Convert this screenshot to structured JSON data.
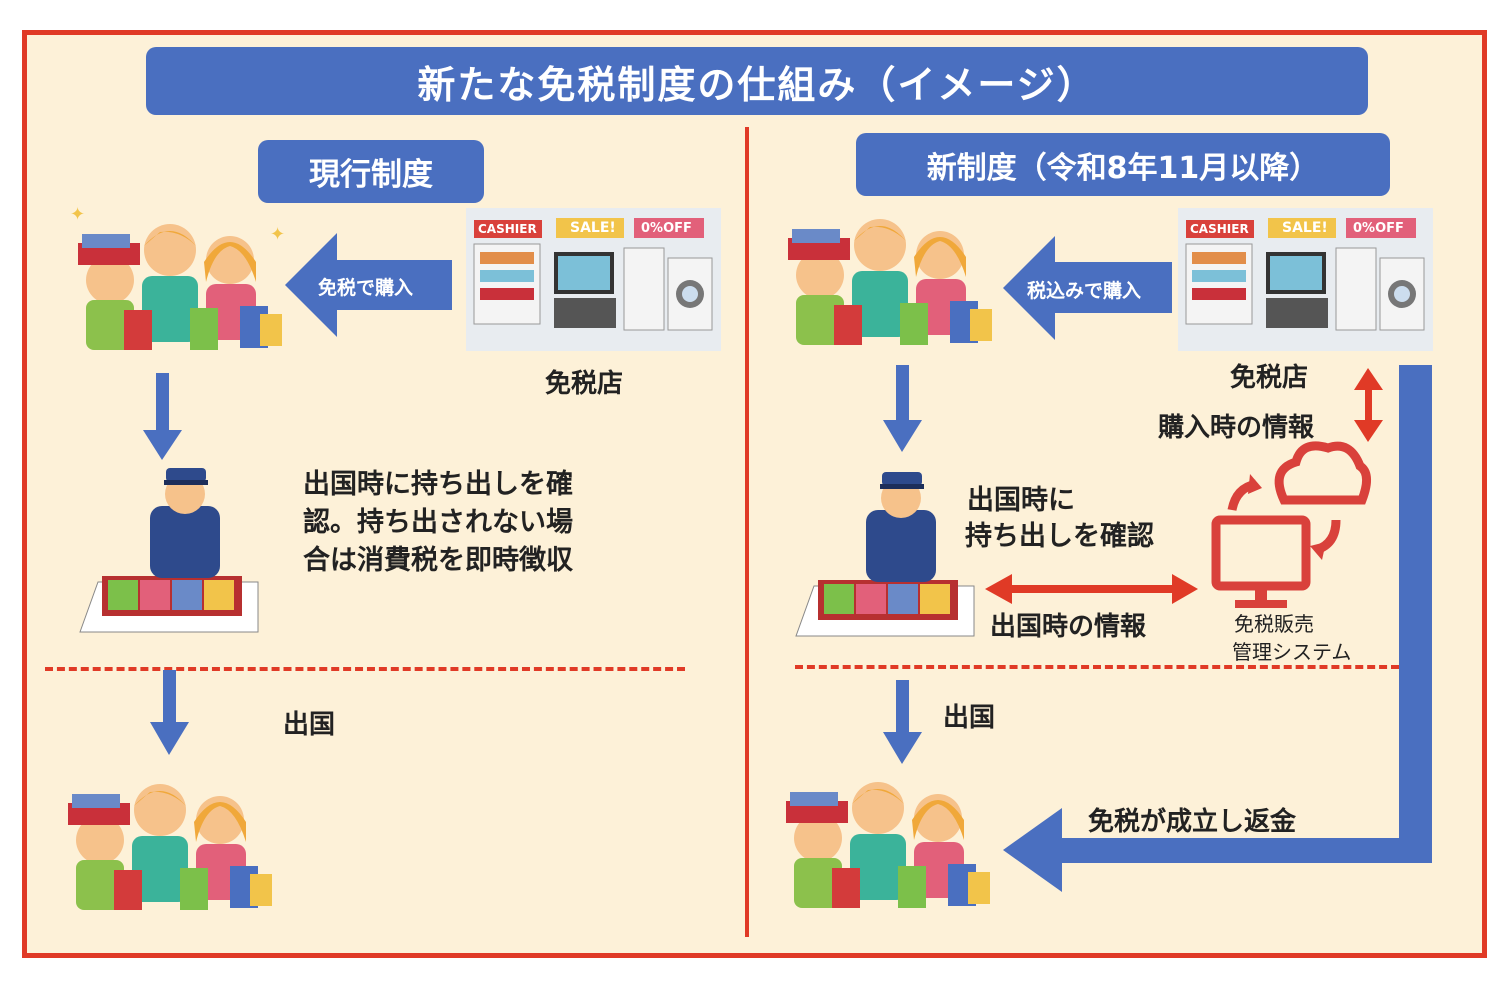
{
  "title": "新たな免税制度の仕組み（イメージ）",
  "colors": {
    "blue": "#4a6fc0",
    "red": "#e03a26",
    "background": "#fdf1d8",
    "frame": "#e03a26"
  },
  "left": {
    "header": "現行制度",
    "shop_label": "免税店",
    "purchase_arrow": "免税で購入",
    "check_text": "出国時に持ち出しを確認。持ち出されない場合は消費税を即時徴収",
    "depart": "出国"
  },
  "right": {
    "header": "新制度（令和8年11月以降）",
    "shop_label": "免税店",
    "purchase_arrow": "税込みで購入",
    "purchase_info": "購入時の情報",
    "check_text_1": "出国時に",
    "check_text_2": "持ち出しを確認",
    "depart_info": "出国時の情報",
    "system_1": "免税販売",
    "system_2": "管理システム",
    "depart": "出国",
    "refund": "免税が成立し返金"
  },
  "store_signs": {
    "cashier": "CASHIER",
    "sale": "SALE!",
    "off": "0%OFF"
  },
  "icons": [
    "tourists-illustration",
    "store-illustration",
    "customs-officer-illustration",
    "cloud-computer-icon"
  ]
}
